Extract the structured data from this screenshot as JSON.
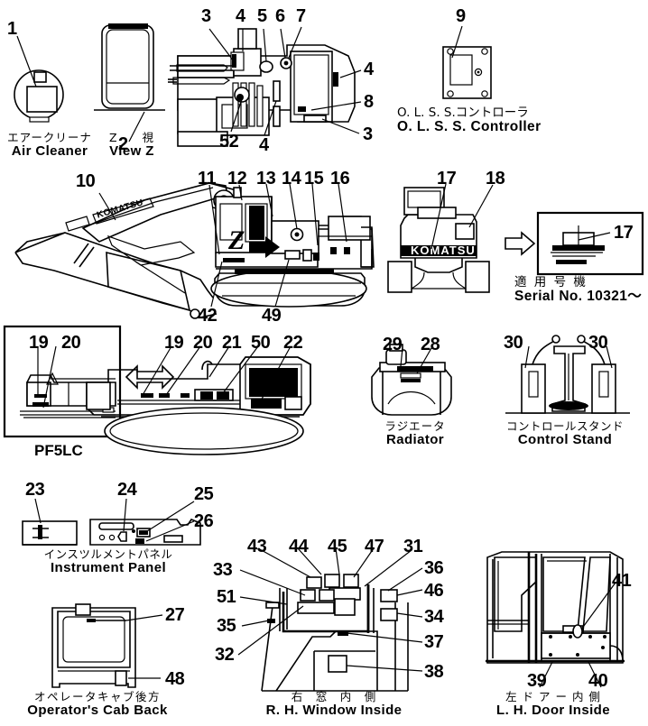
{
  "document": {
    "type": "parts-location-diagram",
    "brand": "KOMATSU"
  },
  "sections": [
    {
      "id": "air-cleaner",
      "jp": "エアークリーナ",
      "en": "Air Cleaner",
      "callouts": [
        "1"
      ]
    },
    {
      "id": "view-z",
      "jp": "Z　視",
      "en": "View Z",
      "callouts": [
        "2"
      ]
    },
    {
      "id": "cab-front-top",
      "jp": "",
      "en": "",
      "callouts": [
        "3",
        "4",
        "5",
        "6",
        "7",
        "4",
        "8",
        "3",
        "52",
        "4"
      ]
    },
    {
      "id": "olss-controller",
      "jp": "O. L. S. S.コントローラ",
      "en": "O. L. S. S. Controller",
      "callouts": [
        "9"
      ]
    },
    {
      "id": "machine-side-view",
      "jp": "",
      "en": "",
      "callouts": [
        "10",
        "11",
        "12",
        "13",
        "14",
        "15",
        "16",
        "42",
        "49"
      ]
    },
    {
      "id": "serial-detail",
      "jp": "適用号機",
      "en": "Serial No. 10321〜",
      "callouts": [
        "17",
        "18",
        "17"
      ]
    },
    {
      "id": "pf5lc",
      "jp": "",
      "en": "PF5LC",
      "callouts": [
        "19",
        "20"
      ]
    },
    {
      "id": "machine-left-view",
      "jp": "",
      "en": "",
      "callouts": [
        "19",
        "20",
        "21",
        "50",
        "22"
      ]
    },
    {
      "id": "radiator",
      "jp": "ラジエータ",
      "en": "Radiator",
      "callouts": [
        "29",
        "28"
      ]
    },
    {
      "id": "control-stand",
      "jp": "コントロールスタンド",
      "en": "Control  Stand",
      "callouts": [
        "30",
        "30"
      ]
    },
    {
      "id": "instrument-panel",
      "jp": "インスツルメントパネル",
      "en": "Instrument  Panel",
      "callouts": [
        "23",
        "24",
        "25",
        "26"
      ]
    },
    {
      "id": "operators-cab-back",
      "jp": "オペレータキャブ後方",
      "en": "Operator's  Cab  Back",
      "callouts": [
        "27",
        "48"
      ]
    },
    {
      "id": "rh-window-inside",
      "jp": "右　窓　内　側",
      "en": "R. H. Window  Inside",
      "callouts": [
        "43",
        "44",
        "45",
        "47",
        "31",
        "36",
        "46",
        "34",
        "37",
        "38",
        "33",
        "51",
        "35",
        "32"
      ]
    },
    {
      "id": "lh-door-inside",
      "jp": "左ドアー内側",
      "en": "L. H. Door  Inside",
      "callouts": [
        "41",
        "39",
        "40"
      ]
    }
  ],
  "callout_labels": {
    "c1": "1",
    "c2": "2",
    "c3a": "3",
    "c3b": "3",
    "c4a": "4",
    "c4b": "4",
    "c4c": "4",
    "c5": "5",
    "c6": "6",
    "c7": "7",
    "c8": "8",
    "c9": "9",
    "c10": "10",
    "c11": "11",
    "c12": "12",
    "c13": "13",
    "c14": "14",
    "c15": "15",
    "c16": "16",
    "c17a": "17",
    "c17b": "17",
    "c18": "18",
    "c19a": "19",
    "c19b": "19",
    "c20a": "20",
    "c20b": "20",
    "c21": "21",
    "c22": "22",
    "c23": "23",
    "c24": "24",
    "c25": "25",
    "c26": "26",
    "c27": "27",
    "c28": "28",
    "c29": "29",
    "c30a": "30",
    "c30b": "30",
    "c31": "31",
    "c32": "32",
    "c33": "33",
    "c34": "34",
    "c35": "35",
    "c36": "36",
    "c37": "37",
    "c38": "38",
    "c39": "39",
    "c40": "40",
    "c41": "41",
    "c42": "42",
    "c43": "43",
    "c44": "44",
    "c45": "45",
    "c46": "46",
    "c47": "47",
    "c48": "48",
    "c49": "49",
    "c50": "50",
    "c51": "51",
    "c52": "52"
  },
  "labels": {
    "air_cleaner_jp": "エアークリーナ",
    "air_cleaner_en": "Air  Cleaner",
    "view_z_jp": "Z　　視",
    "view_z_en": "View  Z",
    "olss_jp": "O. L. S. S.コントローラ",
    "olss_en": "O. L. S. S.  Controller",
    "serial_jp": "適 用 号 機",
    "serial_en": "Serial  No. 10321〜",
    "pf5lc": "PF5LC",
    "radiator_jp": "ラジエータ",
    "radiator_en": "Radiator",
    "control_stand_jp": "コントロールスタンド",
    "control_stand_en": "Control   Stand",
    "instrument_jp": "インスツルメントパネル",
    "instrument_en": "Instrument   Panel",
    "cab_back_jp": "オペレータキャブ後方",
    "cab_back_en": "Operator's  Cab  Back",
    "rh_window_jp": "右　窓　内　側",
    "rh_window_en": "R. H. Window  Inside",
    "lh_door_jp": "左 ド ア ー 内 側",
    "lh_door_en": "L. H. Door  Inside",
    "z_marker": "Z",
    "komatsu_boom": "KOMATSU",
    "komatsu_rear": "KOMATSU"
  }
}
